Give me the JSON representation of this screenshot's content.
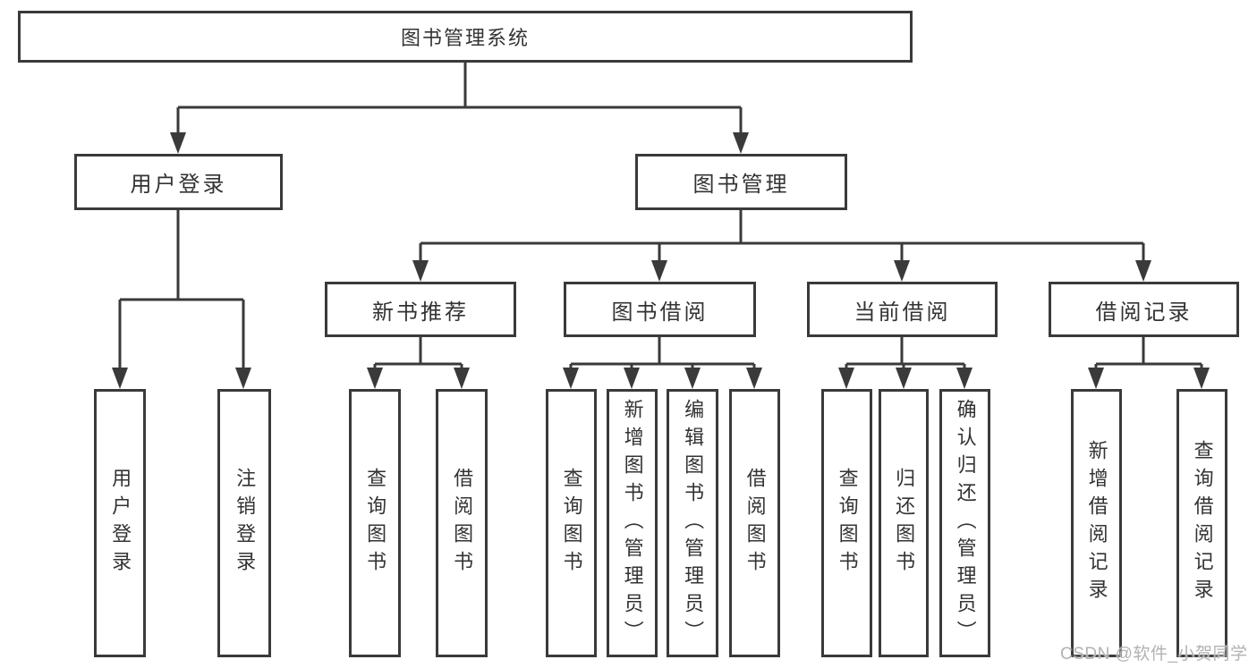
{
  "diagram": {
    "colors": {
      "line": "#3a3a3a",
      "text": "#333333",
      "box_fill": "#ffffff",
      "watermark": "#b2b2b2"
    },
    "tree": {
      "root": {
        "label": "图书管理系统"
      },
      "children": [
        {
          "label": "用户登录",
          "children": [
            {
              "label": "用户登录"
            },
            {
              "label": "注销登录"
            }
          ]
        },
        {
          "label": "图书管理",
          "children": [
            {
              "label": "新书推荐",
              "children": [
                {
                  "label": "查询图书"
                },
                {
                  "label": "借阅图书"
                }
              ]
            },
            {
              "label": "图书借阅",
              "children": [
                {
                  "label": "查询图书"
                },
                {
                  "label": "新增图书（管理员）"
                },
                {
                  "label": "编辑图书（管理员）"
                },
                {
                  "label": "借阅图书"
                }
              ]
            },
            {
              "label": "当前借阅",
              "children": [
                {
                  "label": "查询图书"
                },
                {
                  "label": "归还图书"
                },
                {
                  "label": "确认归还（管理员）"
                }
              ]
            },
            {
              "label": "借阅记录",
              "children": [
                {
                  "label": "新增借阅记录"
                },
                {
                  "label": "查询借阅记录"
                }
              ]
            }
          ]
        }
      ]
    }
  },
  "watermark": {
    "text": "CSDN @软件_小贺同学"
  }
}
